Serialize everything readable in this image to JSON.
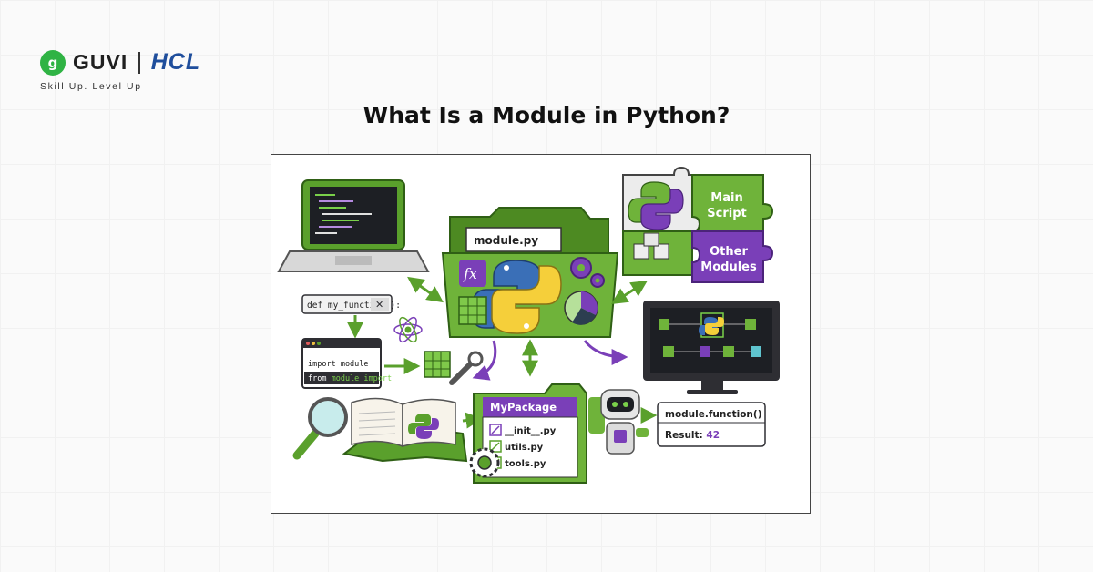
{
  "brand": {
    "guvi_mark": "g",
    "guvi": "GUVI",
    "hcl": "HCL",
    "tagline": "Skill Up. Level Up"
  },
  "page": {
    "title": "What Is a Module in Python?"
  },
  "illustration": {
    "folder_tab": "module.py",
    "fx_icon": "fx",
    "puzzle_main": [
      "Main",
      "Script"
    ],
    "puzzle_other": [
      "Other",
      "Modules"
    ],
    "def_snippet": "def my_function():",
    "import_line_1": "import module",
    "import_line_2_a": "from ",
    "import_line_2_b": "module import",
    "import_line_2_c": " *",
    "package_name": "MyPackage",
    "package_files": [
      "__init__.py",
      "utils.py",
      "tools.py"
    ],
    "call_text": "module.function()",
    "result_label": "Result: ",
    "result_value": "42"
  },
  "colors": {
    "green": "#5aa02c",
    "purple": "#7a3fb8",
    "dark": "#2e2e33"
  },
  "icons": [
    "python-logo-icon",
    "gear-icon",
    "pie-chart-icon",
    "cube-icon",
    "atom-icon",
    "wrench-icon",
    "magnifier-icon",
    "robot-icon",
    "laptop-icon",
    "monitor-icon",
    "book-icon"
  ]
}
